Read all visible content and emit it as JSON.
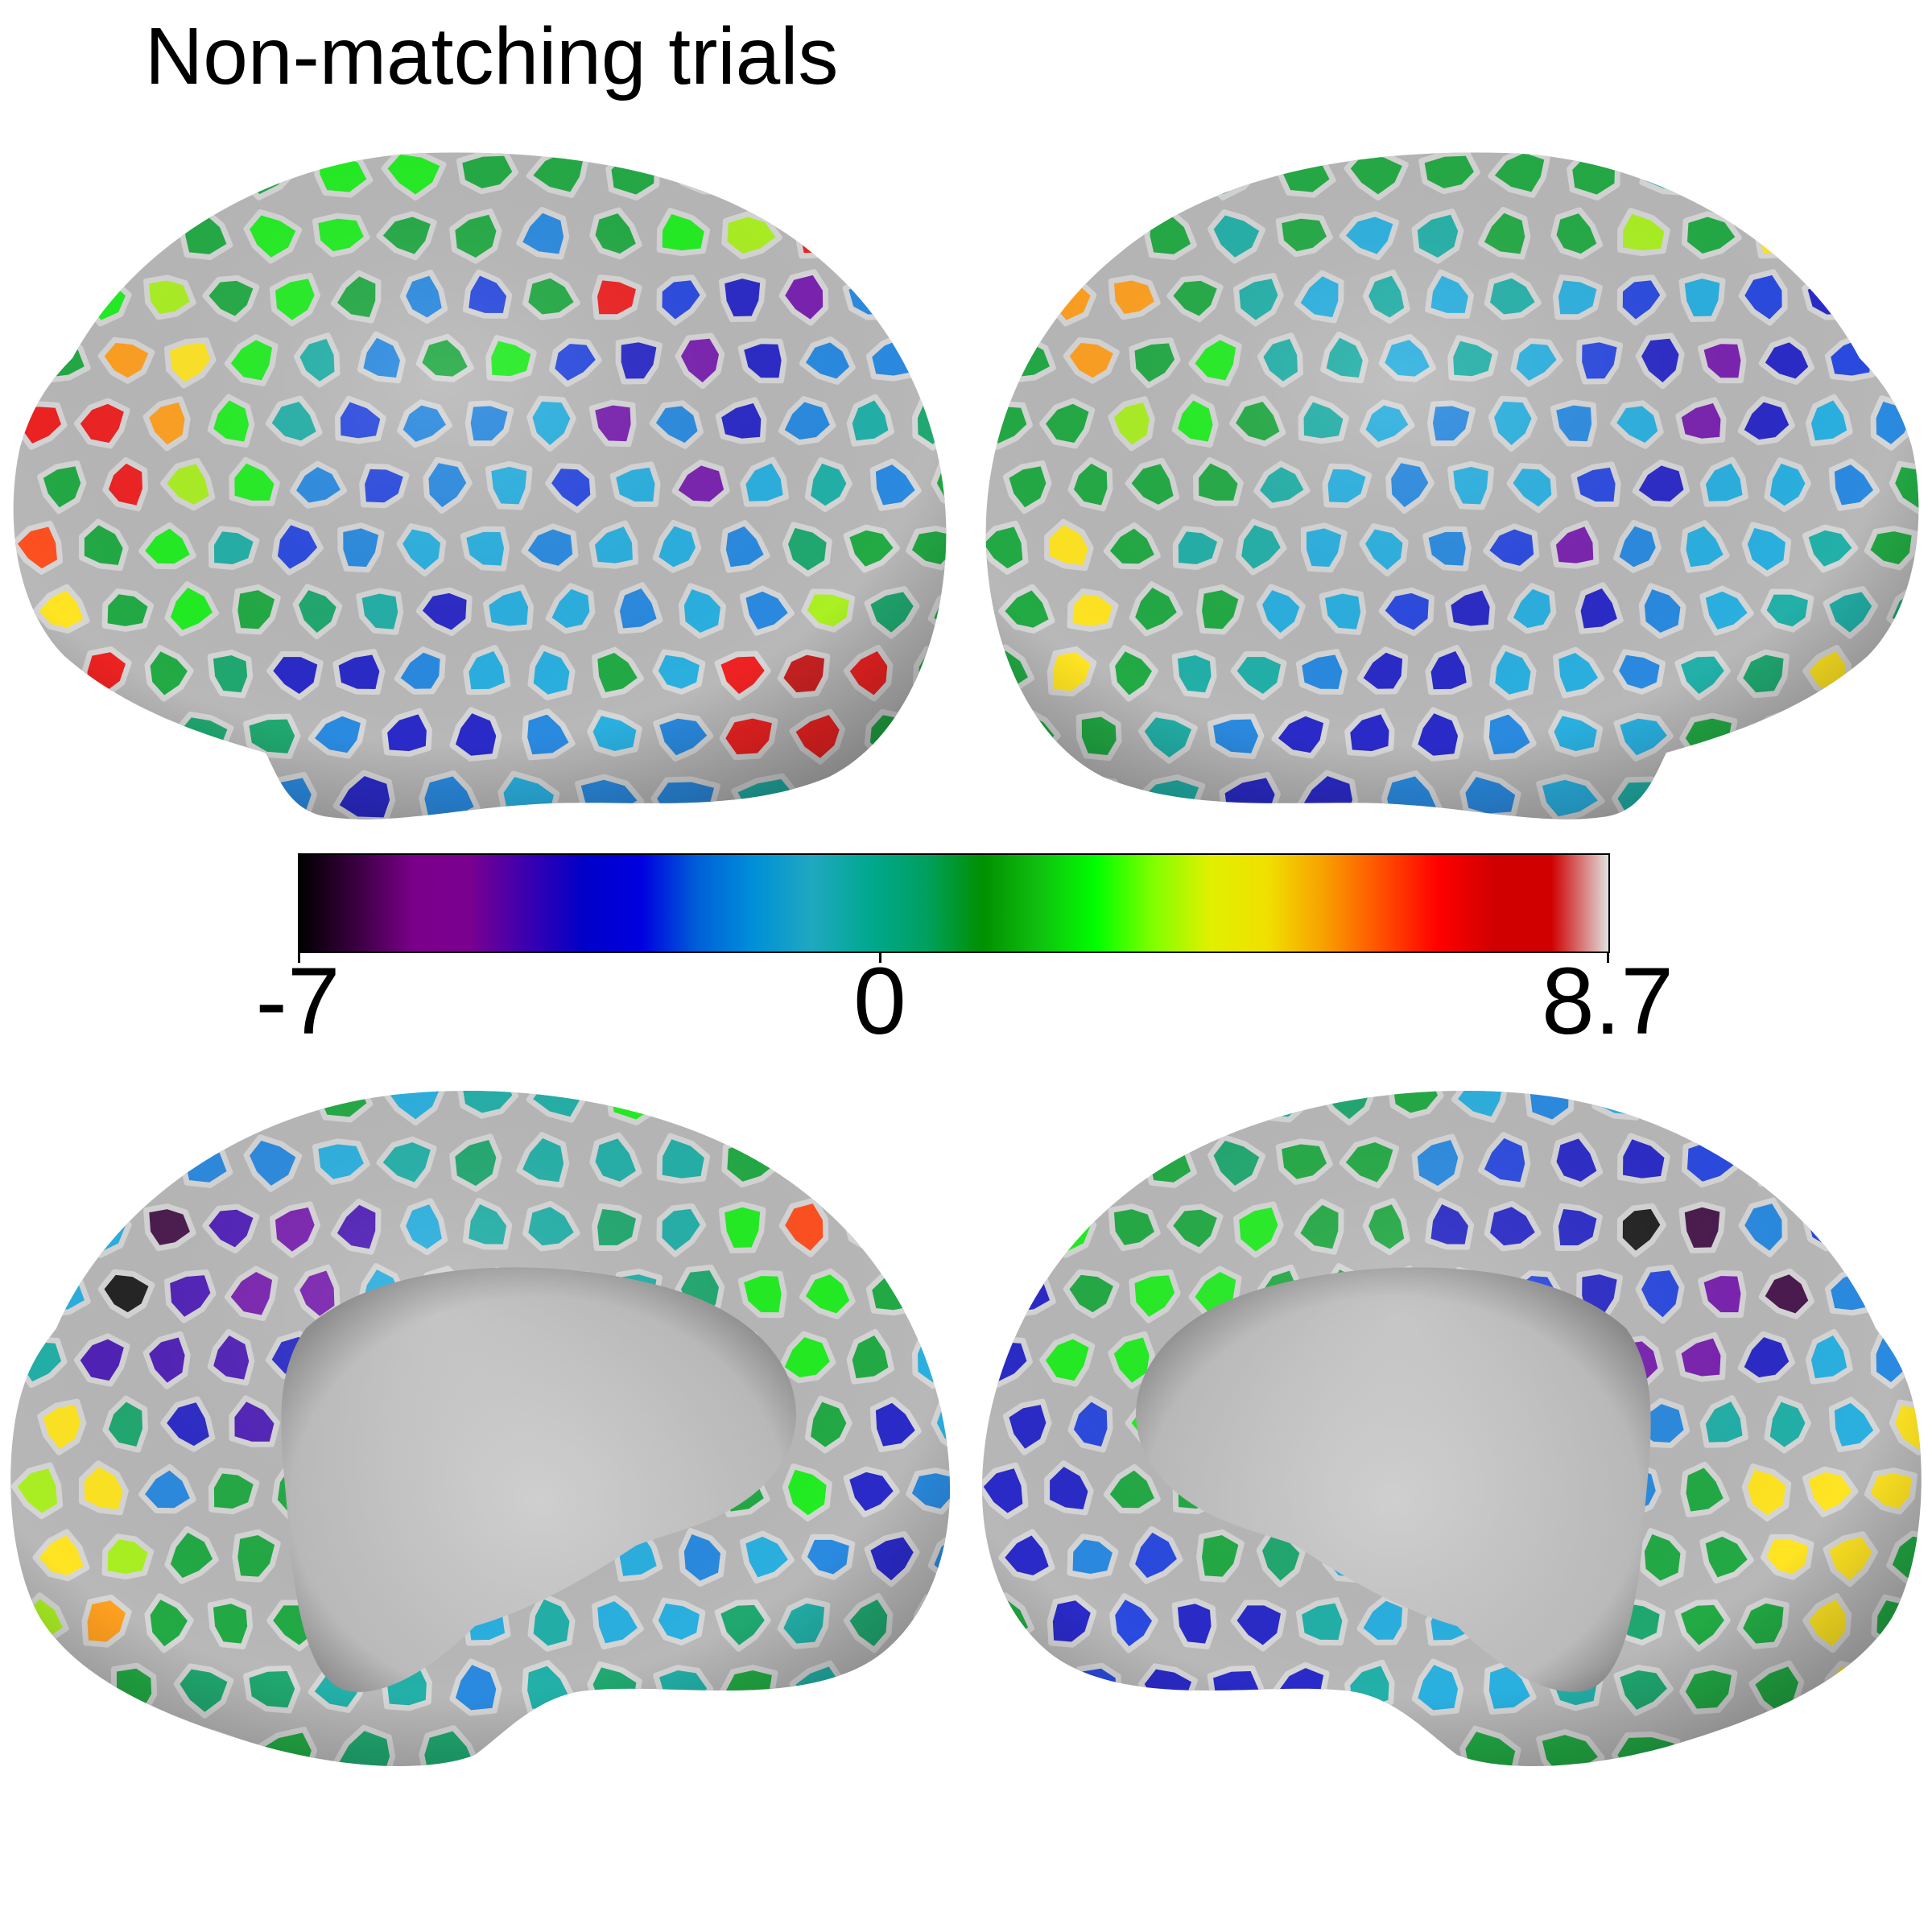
{
  "title": "Non-matching trials",
  "colorbar": {
    "min_label": "-7",
    "mid_label": "0",
    "max_label": "8.7",
    "min": -7,
    "mid": 0,
    "max": 8.7,
    "colormap": [
      "#000000",
      "#3a0040",
      "#7a008a",
      "#7a0090",
      "#3a00b0",
      "#0000c8",
      "#0000e0",
      "#0060d8",
      "#0090d8",
      "#20a8c0",
      "#00a890",
      "#00a060",
      "#009000",
      "#10c010",
      "#00ff00",
      "#80ff00",
      "#e0f000",
      "#f0e000",
      "#f8a000",
      "#ff5000",
      "#ff0000",
      "#d00000",
      "#d00000",
      "#e0e0e0"
    ]
  },
  "views": [
    {
      "name": "left-hemisphere-lateral"
    },
    {
      "name": "right-hemisphere-lateral"
    },
    {
      "name": "left-hemisphere-medial"
    },
    {
      "name": "right-hemisphere-medial"
    }
  ],
  "colors": {
    "surface": "#b8b8b8",
    "border": "#d6d6d6",
    "wall": "#c4c4c4"
  }
}
